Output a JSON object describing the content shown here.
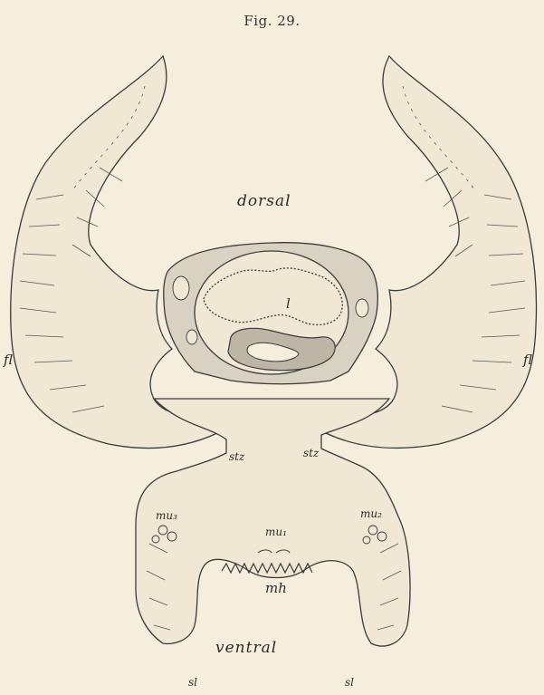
{
  "figure": {
    "title": "Fig. 29.",
    "labels": {
      "dorsal": "dorsal",
      "ventral": "ventral",
      "fl_left": "fl",
      "fl_right": "fl",
      "l": "l",
      "stz_left": "stz",
      "stz_right": "stz",
      "mu3": "mu₃",
      "mu2": "mu₂",
      "mu1": "mu₁",
      "mh": "mh",
      "sl_left": "sl",
      "sl_right": "sl"
    },
    "colors": {
      "background": "#f5eedd",
      "ink": "#3a3a3a",
      "tissue": "#f0e8d4",
      "shaded": "#d8d2c2",
      "dark_shade": "#bdb6a6"
    }
  }
}
